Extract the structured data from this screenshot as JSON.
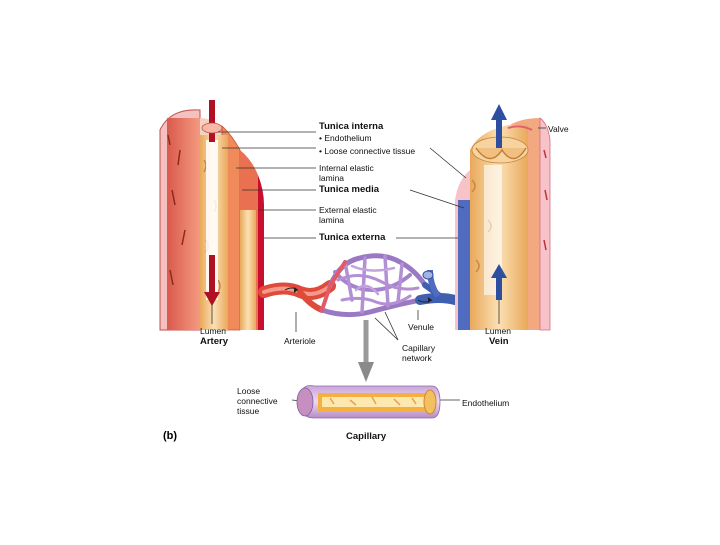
{
  "panel_label": "(b)",
  "labels": {
    "tunica_interna": "Tunica interna",
    "endothelium_bullet": "• Endothelium",
    "loose_ct_bullet": "• Loose connective tissue",
    "internal_elastic_1": "Internal elastic",
    "internal_elastic_2": "lamina",
    "tunica_media": "Tunica media",
    "external_elastic_1": "External elastic",
    "external_elastic_2": "lamina",
    "tunica_externa": "Tunica externa",
    "valve": "Valve",
    "lumen_artery": "Lumen",
    "artery": "Artery",
    "arteriole": "Arteriole",
    "venule": "Venule",
    "capillary_network_1": "Capillary",
    "capillary_network_2": "network",
    "lumen_vein": "Lumen",
    "vein": "Vein",
    "loose_ct_1": "Loose",
    "loose_ct_2": "connective",
    "loose_ct_3": "tissue",
    "endothelium": "Endothelium",
    "capillary": "Capillary"
  },
  "colors": {
    "artery_red": "#c8102e",
    "vein_blue": "#2e4fa0",
    "media_orange": "#f08a5a",
    "tan": "#f3c48a",
    "capillary_purple": "#8a6bb0"
  }
}
